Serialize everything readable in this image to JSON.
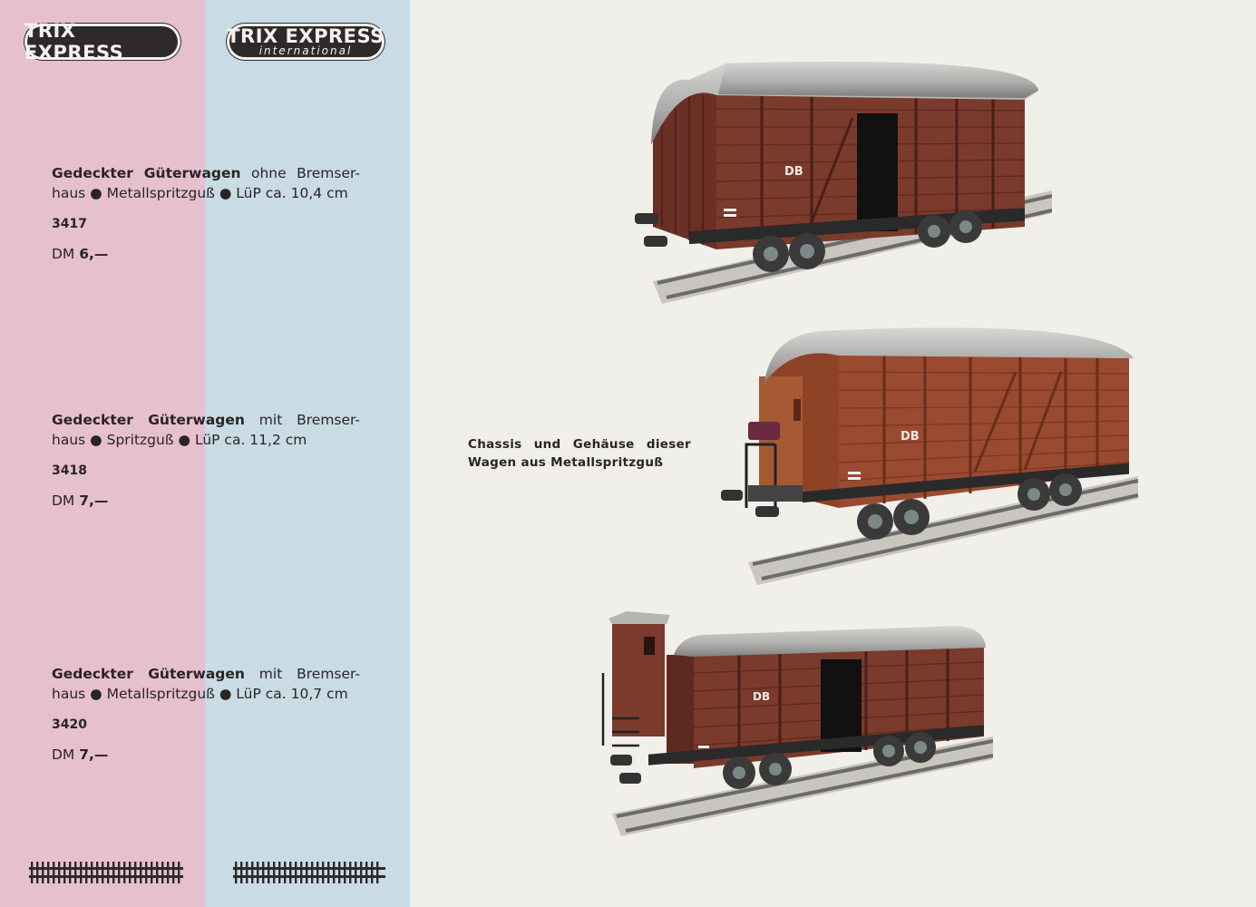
{
  "logos": {
    "trix_express": "TRIX EXPRESS",
    "trix_express_international": {
      "main": "TRIX EXPRESS",
      "sub": "international"
    }
  },
  "products": [
    {
      "name": "Gedeckter Güterwagen",
      "desc_line1_rest": "ohne Bremser-",
      "desc_line2": "haus ● Metallspritzguß ● LüP ca. 10,4 cm",
      "number": "3417",
      "price_currency": "DM",
      "price_value": "6,—"
    },
    {
      "name": "Gedeckter Güterwagen",
      "desc_line1_rest": "mit Bremser-",
      "desc_line2": "haus ● Spritzguß ● LüP ca. 11,2 cm",
      "number": "3418",
      "price_currency": "DM",
      "price_value": "7,—"
    },
    {
      "name": "Gedeckter Güterwagen",
      "desc_line1_rest": "mit Bremser-",
      "desc_line2": "haus ● Metallspritzguß ● LüP ca. 10,7 cm",
      "number": "3420",
      "price_currency": "DM",
      "price_value": "7,—"
    }
  ],
  "caption": {
    "line1": "Chassis und Gehäuse dieser",
    "line2": "Wagen aus Metallspritzguß"
  },
  "wagon_marking": "DB",
  "colors": {
    "pink_band": "#e6c0cf",
    "blue_band": "#c9dbe4",
    "page": "#f1efe9",
    "wagon_brown": "#7a3a2c",
    "wagon_brown_2": "#9a4a30",
    "roof_silver": "#b8b8b6"
  }
}
